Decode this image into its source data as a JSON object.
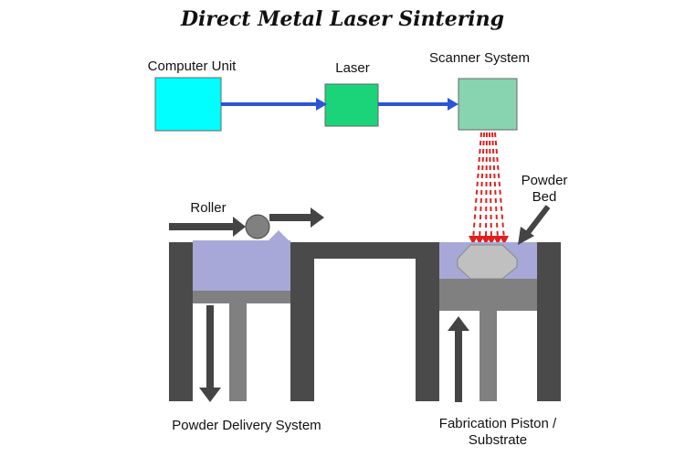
{
  "title": "Direct Metal Laser Sintering",
  "labels": {
    "computer_unit": "Computer Unit",
    "laser": "Laser",
    "scanner_system": "Scanner System",
    "powder_bed_line1": "Powder",
    "powder_bed_line2": "Bed",
    "roller": "Roller",
    "powder_delivery_system": "Powder Delivery System",
    "fabrication_line1": "Fabrication Piston /",
    "fabrication_line2": "Substrate"
  },
  "colors": {
    "computer_unit": "#00ffff",
    "laser": "#1bd47a",
    "scanner": "#88d4b0",
    "connector_arrow": "#2b55d4",
    "laser_beam": "#e02020",
    "powder": "#a8a8d8",
    "machine_frame": "#4a4a4a",
    "piston": "#808080",
    "part": "#c0c0c0"
  }
}
